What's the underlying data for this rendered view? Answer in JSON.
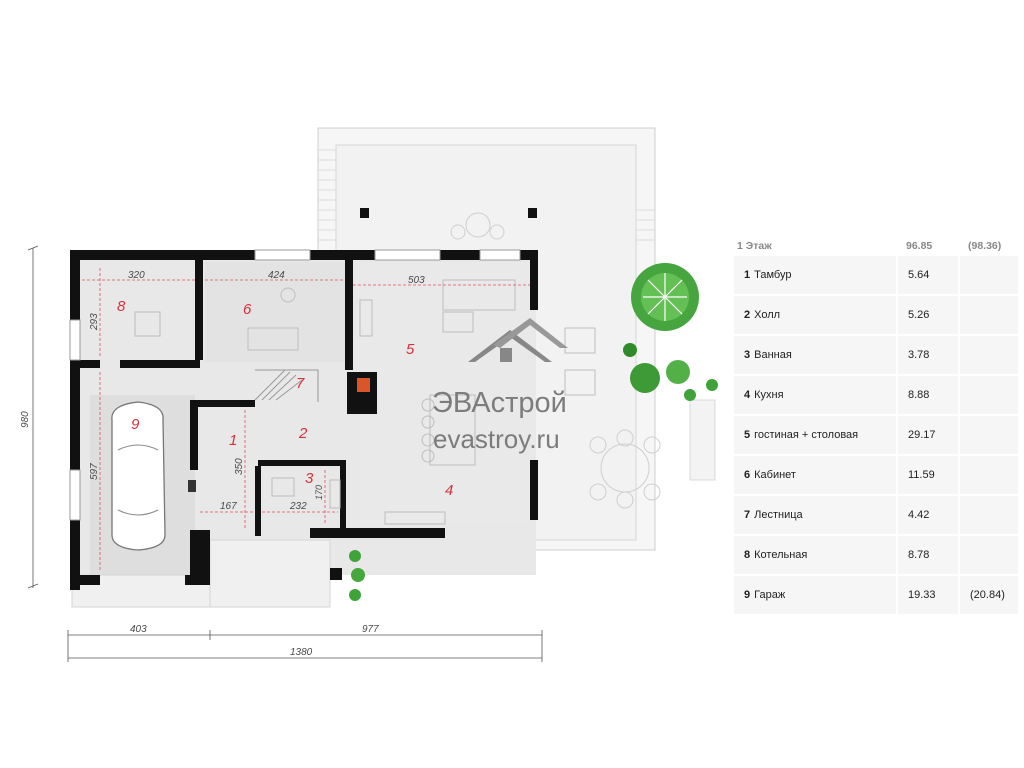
{
  "plan": {
    "watermark": {
      "brand": "ЭВАстрой",
      "site": "evastroy.ru"
    },
    "room_numbers": [
      "1",
      "2",
      "3",
      "4",
      "5",
      "6",
      "7",
      "8",
      "9"
    ],
    "dims": {
      "room8_w": "320",
      "room8_h": "293",
      "room6_w": "424",
      "room5_w": "503",
      "garage_h": "597",
      "room1_h": "350",
      "room1_w": "167",
      "room3_w": "232",
      "room3_h": "170",
      "total_h": "980",
      "bottom_left": "403",
      "bottom_right": "977",
      "bottom_total": "1380"
    }
  },
  "area_table": {
    "header": {
      "label": "1 Этаж",
      "area": "96.85",
      "alt": "(98.36)"
    },
    "rows": [
      {
        "num": "1",
        "name": "Тамбур",
        "area": "5.64",
        "alt": ""
      },
      {
        "num": "2",
        "name": "Холл",
        "area": "5.26",
        "alt": ""
      },
      {
        "num": "3",
        "name": "Ванная",
        "area": "3.78",
        "alt": ""
      },
      {
        "num": "4",
        "name": "Кухня",
        "area": "8.88",
        "alt": ""
      },
      {
        "num": "5",
        "name": "гостиная + столовая",
        "area": "29.17",
        "alt": ""
      },
      {
        "num": "6",
        "name": "Кабинет",
        "area": "11.59",
        "alt": ""
      },
      {
        "num": "7",
        "name": "Лестница",
        "area": "4.42",
        "alt": ""
      },
      {
        "num": "8",
        "name": "Котельная",
        "area": "8.78",
        "alt": ""
      },
      {
        "num": "9",
        "name": "Гараж",
        "area": "19.33",
        "alt": "(20.84)"
      }
    ]
  },
  "colors": {
    "wall": "#111111",
    "floor": "#e6e6e6",
    "terrace": "#f3f3f3",
    "room_number": "#d8303a",
    "plant": "#3fa33a"
  }
}
